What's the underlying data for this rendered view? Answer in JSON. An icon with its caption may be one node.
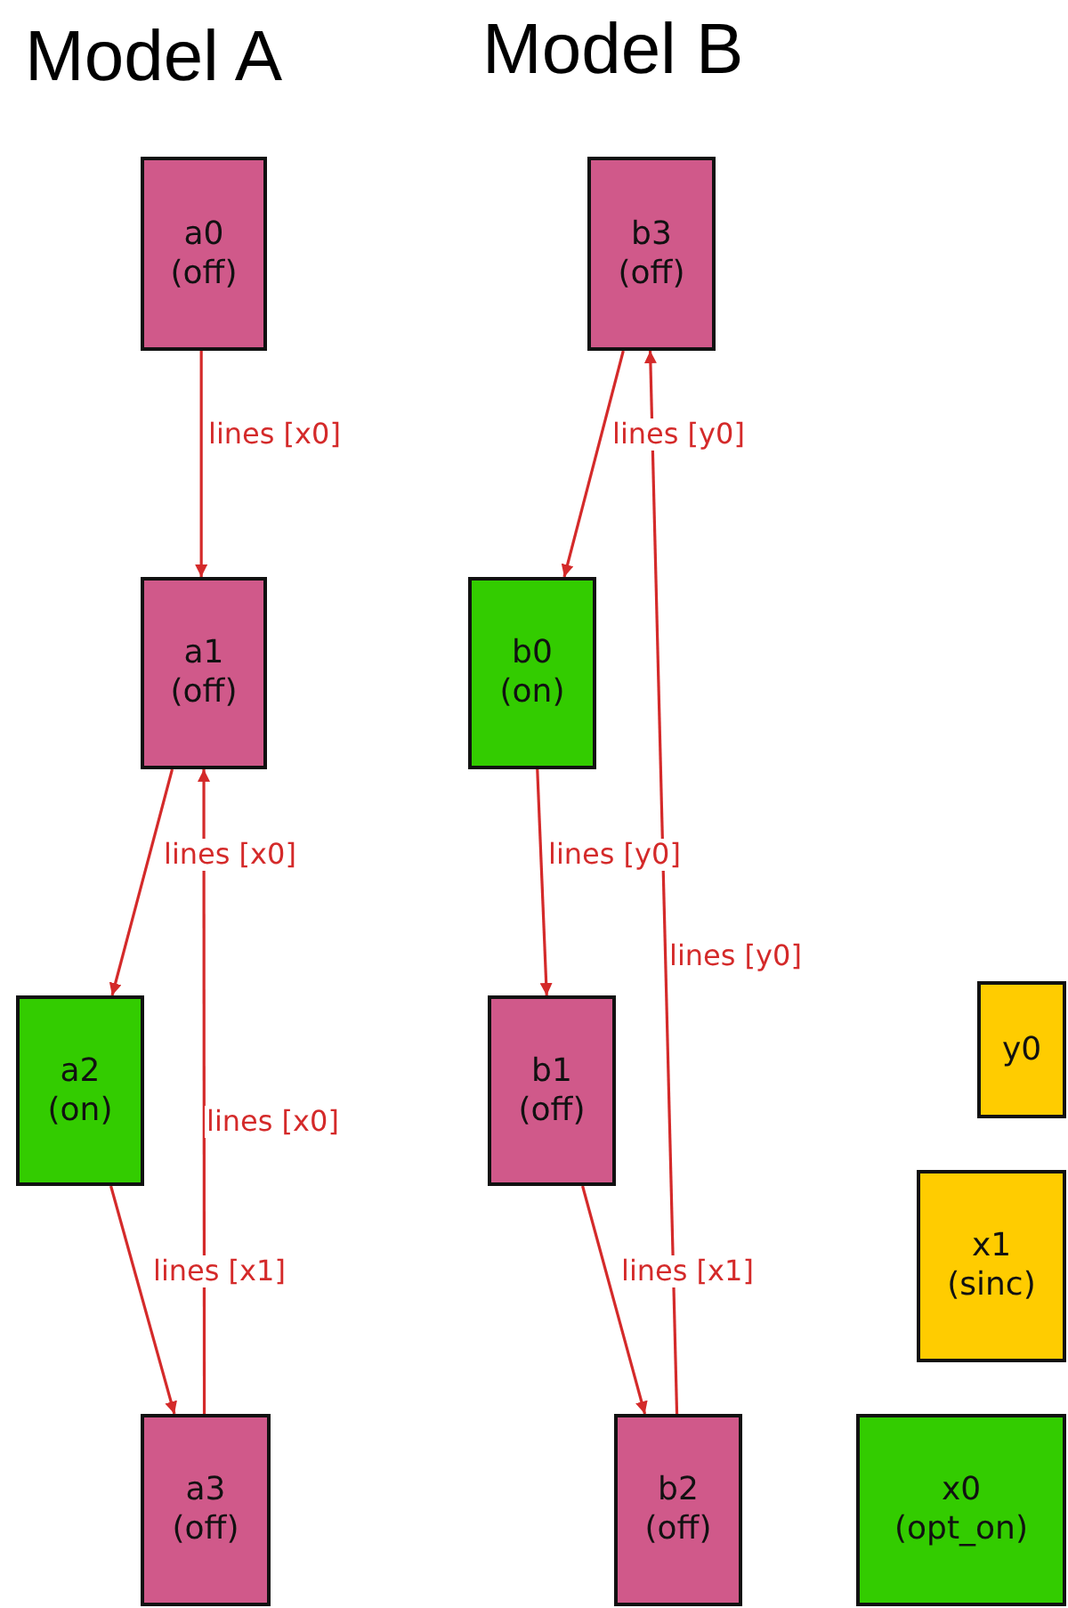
{
  "diagram": {
    "nodes": [
      {
        "text": [
          "a0",
          "(off)"
        ]
      },
      {
        "text": [
          "a1",
          "(off)"
        ]
      },
      {
        "text": [
          "a2",
          "(on)"
        ]
      },
      {
        "text": [
          "a3",
          "(off)"
        ]
      },
      {
        "text": [
          "b3",
          "(off)"
        ]
      },
      {
        "text": [
          "b0",
          "(on)"
        ]
      },
      {
        "text": [
          "b1",
          "(off)"
        ]
      },
      {
        "text": [
          "b2",
          "(off)"
        ]
      },
      {
        "text": [
          "y0"
        ]
      },
      {
        "text": [
          "x1",
          "(sinc)"
        ]
      },
      {
        "text": [
          "x0",
          "(opt_on)"
        ]
      }
    ],
    "edges": [
      {
        "from": 0,
        "to": 1,
        "arrow": "to",
        "label": "lines [x0]"
      },
      {
        "from": 1,
        "to": 2,
        "arrow": "to",
        "label": "lines [x0]"
      },
      {
        "from": 2,
        "to": 3,
        "arrow": "to",
        "label": "lines [x1]"
      },
      {
        "from": 3,
        "to": 1,
        "arrow": "to",
        "label": "lines [x0]"
      },
      {
        "from": 4,
        "to": 5,
        "arrow": "to",
        "label": "lines [y0]"
      },
      {
        "from": 5,
        "to": 6,
        "arrow": "to",
        "label": "lines [y0]"
      },
      {
        "from": 6,
        "to": 7,
        "arrow": "to",
        "label": "lines [x1]"
      },
      {
        "from": 7,
        "to": 4,
        "arrow": "to",
        "label": "lines [y0]"
      }
    ],
    "labels": [
      "Model A",
      "Model B"
    ]
  }
}
